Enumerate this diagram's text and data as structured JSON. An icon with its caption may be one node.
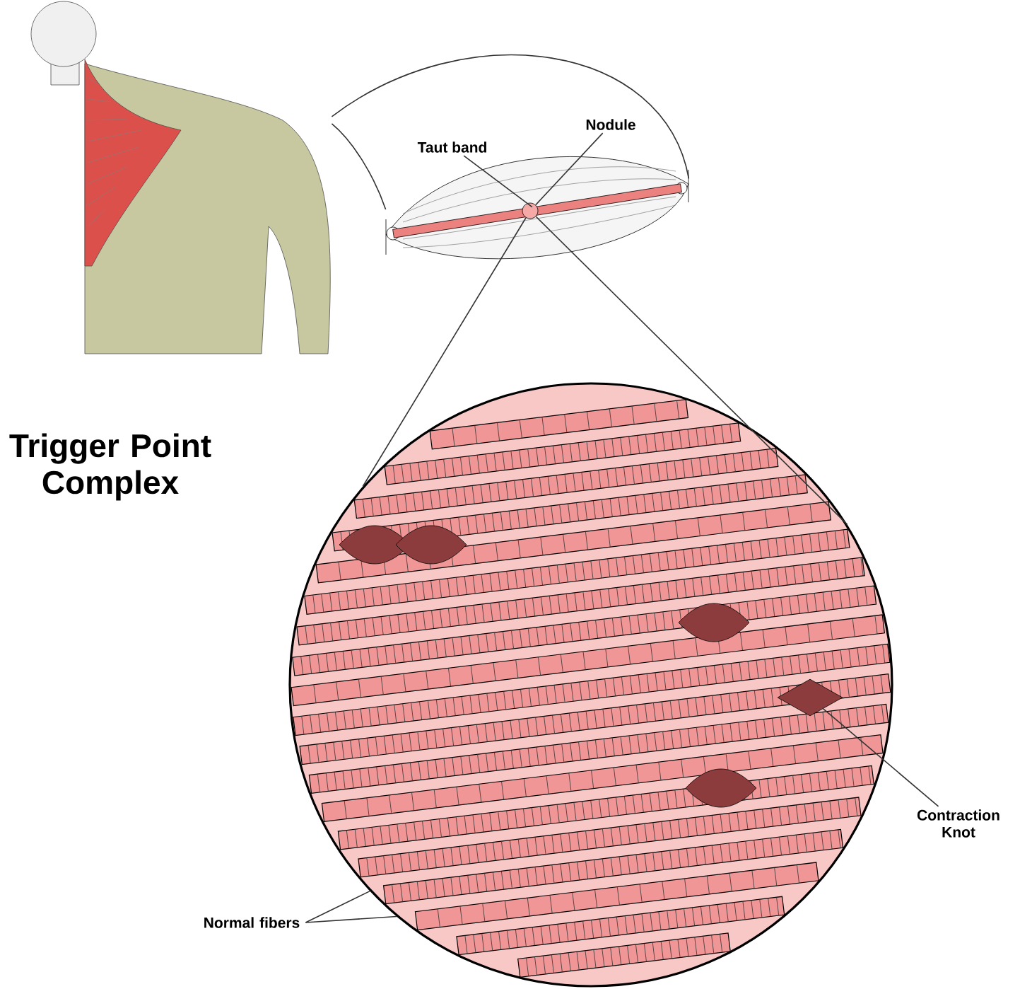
{
  "diagram": {
    "nodes": [
      {
        "text": [],
        "shape": "picture"
      },
      {
        "text": [],
        "shape": "picture"
      },
      {
        "text": [
          "Taut band"
        ]
      },
      {
        "text": [
          "Nodule"
        ]
      },
      {
        "text": [],
        "shape": "bar",
        "in": 1
      },
      {
        "text": [],
        "shape": "circle",
        "in": 4
      },
      {
        "text": [],
        "shape": "picture"
      },
      {
        "text": [],
        "shape": "diamond",
        "in": 6
      },
      {
        "text": [
          "Contraction Knot"
        ]
      },
      {
        "text": [
          "Normal fibers"
        ]
      }
    ],
    "edges": [
      {
        "from": 0,
        "to": 1,
        "arrow": "none"
      },
      {
        "from": 0,
        "to": 1,
        "arrow": "none"
      },
      {
        "from": 5,
        "to": 6,
        "arrow": "none"
      },
      {
        "from": 5,
        "to": 6,
        "arrow": "none"
      },
      {
        "from": 2,
        "to": 4,
        "arrow": "none"
      },
      {
        "from": 3,
        "to": 5,
        "arrow": "none"
      },
      {
        "from": 8,
        "to": 7,
        "arrow": "none"
      },
      {
        "from": 9,
        "to": 6,
        "arrow": "none"
      },
      {
        "from": 9,
        "to": 6,
        "arrow": "none"
      }
    ],
    "labels": [
      "Trigger Point Complex"
    ]
  }
}
